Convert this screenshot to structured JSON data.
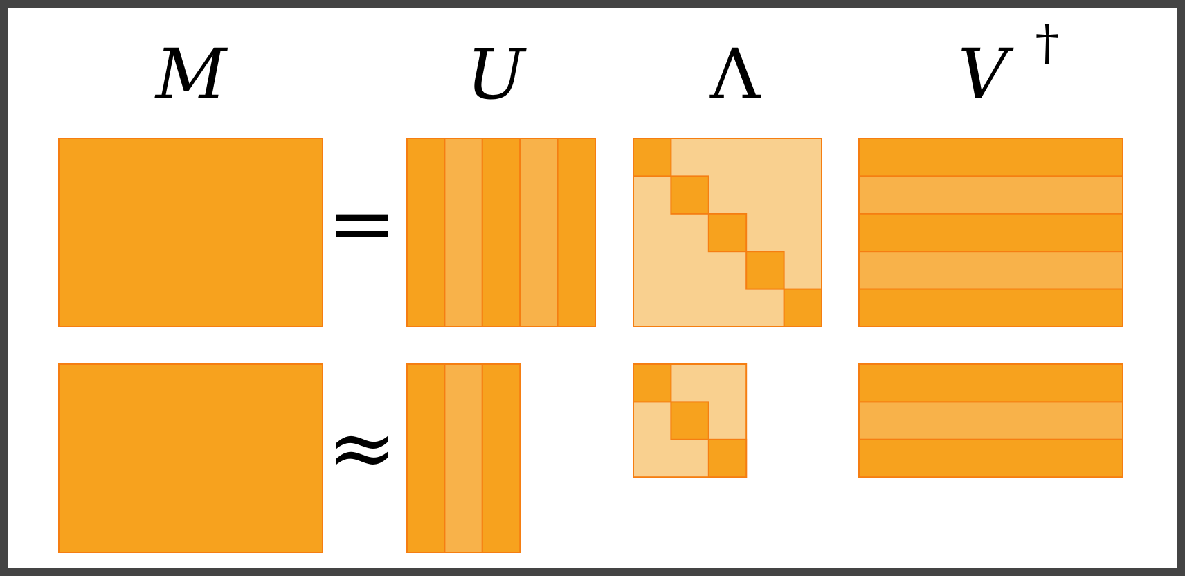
{
  "labels": {
    "M": "M",
    "U": "U",
    "Lambda": "Λ",
    "V": "V",
    "dagger": "†"
  },
  "operators": {
    "equals": "=",
    "approx": "≈"
  },
  "colors": {
    "dark": "#f7a21e",
    "medium": "#f8b24a",
    "light": "#f9d08f",
    "stroke": "#f57e12",
    "border": "#444444"
  },
  "blocks": {
    "full": {
      "U_columns": 5,
      "Lambda_size": 5,
      "Vt_rows": 5
    },
    "truncated": {
      "U_columns": 3,
      "Lambda_size": 3,
      "Vt_rows": 3
    }
  }
}
